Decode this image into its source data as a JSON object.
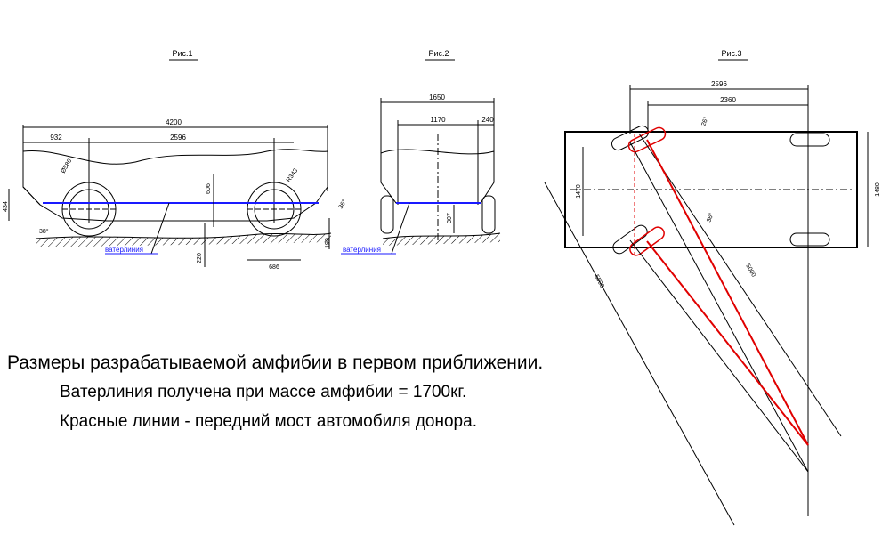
{
  "figures": {
    "fig1": {
      "title": "Рис.1",
      "dims": {
        "total_length": "4200",
        "front_overhang": "932",
        "wheelbase": "2596",
        "wheel_diameter": "Ø586",
        "wheel_radius": "R343",
        "height_side": "434",
        "wheel_height": "606",
        "clearance": "220",
        "wheel_width": "686",
        "draft": "199",
        "angle_front": "38°",
        "angle_rear": "36°"
      },
      "waterline_label": "ватерлиния"
    },
    "fig2": {
      "title": "Рис.2",
      "dims": {
        "total_width": "1650",
        "inner_width": "1170",
        "side_width": "240",
        "clearance": "307"
      },
      "waterline_label": "ватерлиния"
    },
    "fig3": {
      "title": "Рис.3",
      "dims": {
        "wheelbase": "2596",
        "offset": "2360",
        "width_inner": "1470",
        "width_outer": "1480",
        "length_a": "5500",
        "length_b": "5000",
        "angle_top": "26°",
        "angle_bottom": "36°"
      }
    }
  },
  "captions": {
    "line1": "Размеры разрабатываемой амфибии в первом приближении.",
    "line2": "Ватерлиния получена при массе амфибии = 1700кг.",
    "line3": "Красные линии  - передний мост автомобиля донора."
  },
  "colors": {
    "lines": "#000000",
    "waterline": "#1a1aff",
    "axle": "#e00000"
  }
}
